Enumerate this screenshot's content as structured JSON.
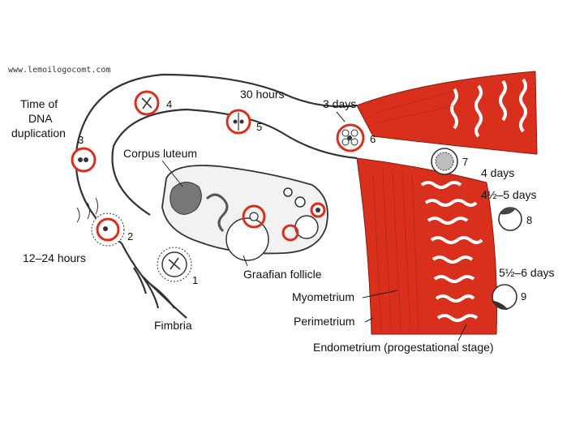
{
  "watermark": "www.lemoilogocomt.com",
  "labels": {
    "time_of_dna": "Time of",
    "time_of_dna_2": "DNA",
    "time_of_dna_3": "duplication",
    "hours_12_24": "12–24 hours",
    "hours_30": "30 hours",
    "days_3": "3 days",
    "days_4": "4 days",
    "days_4_5": "4½–5 days",
    "days_5_6": "5½–6 days",
    "corpus_luteum": "Corpus luteum",
    "graafian_follicle": "Graafian follicle",
    "fimbria": "Fimbria",
    "myometrium": "Myometrium",
    "perimetrium": "Perimetrium",
    "endometrium": "Endometrium (progestational stage)"
  },
  "stages": [
    "1",
    "2",
    "3",
    "4",
    "5",
    "6",
    "7",
    "8",
    "9"
  ],
  "colors": {
    "muscle": "#d8301c",
    "muscle_dark": "#a81e10",
    "highlight_ring": "#d8301c",
    "tube_outline": "#333333",
    "ovary_fill": "#f2f2f2"
  }
}
